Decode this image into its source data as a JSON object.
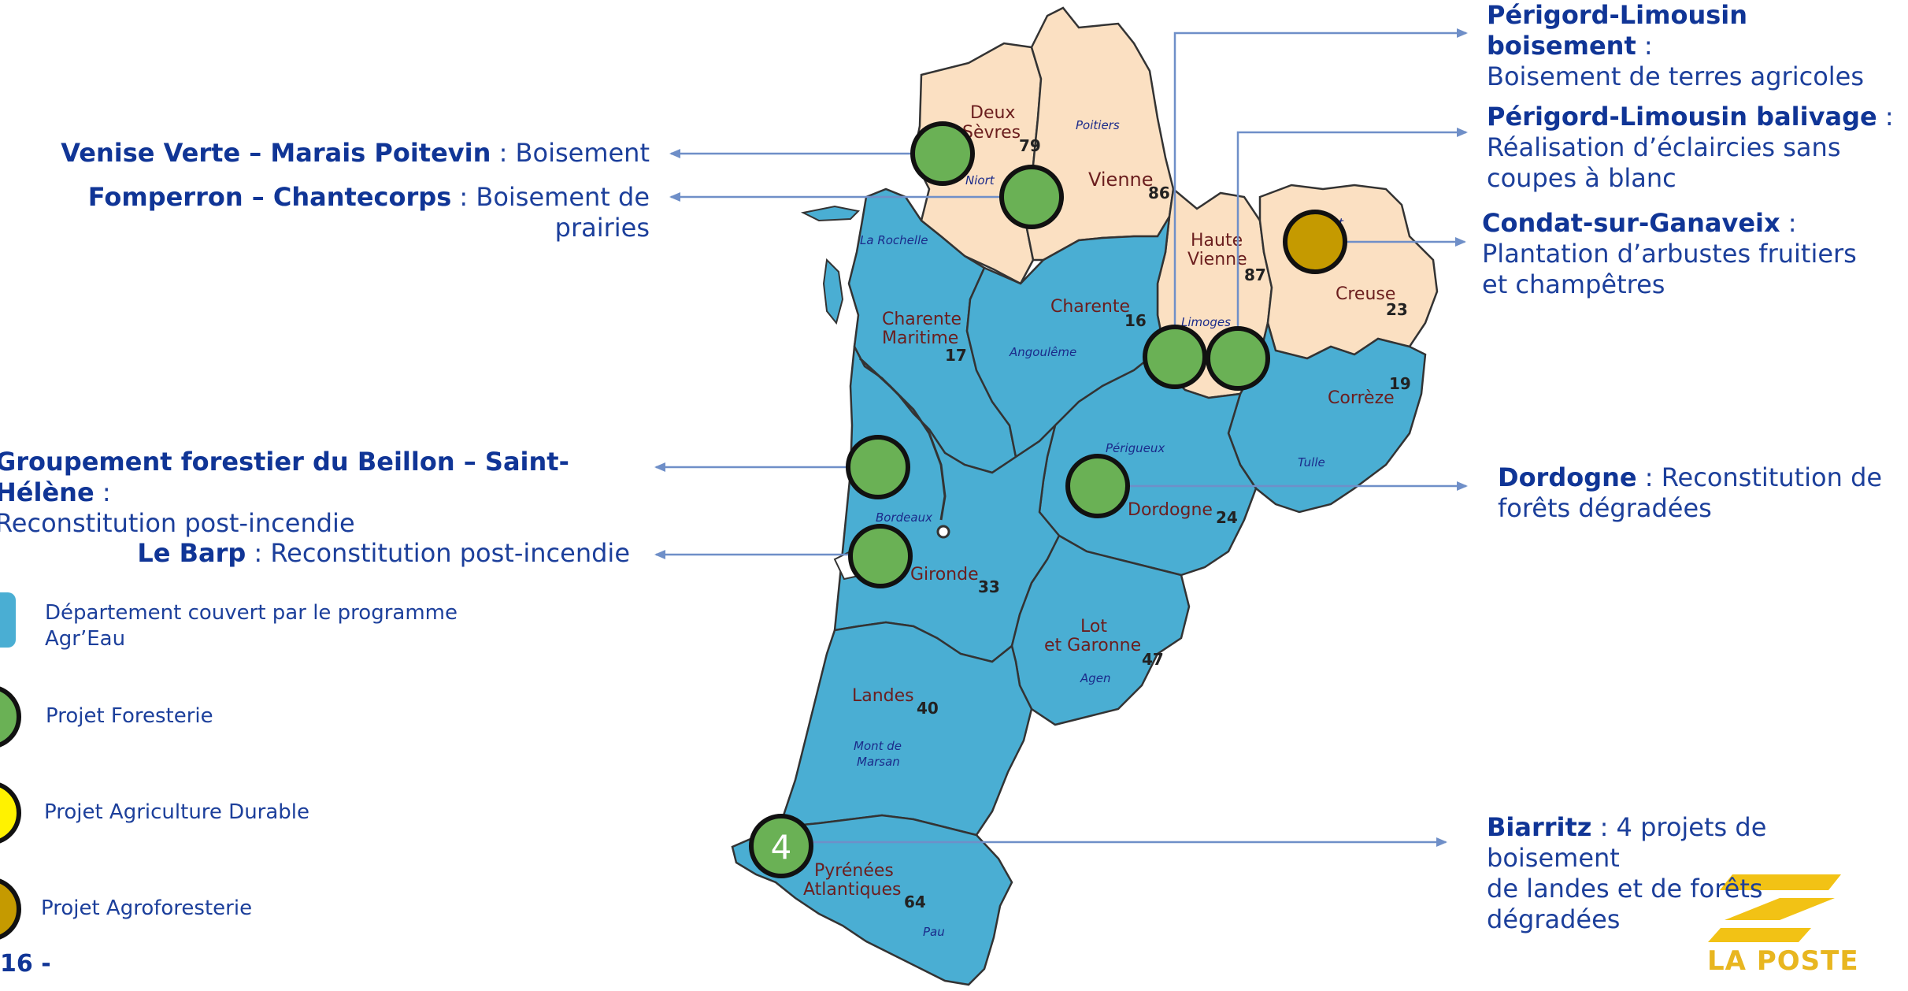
{
  "annotations": {
    "venise": {
      "title": "Venise Verte – Marais Poitevin",
      "desc": " : Boisement"
    },
    "fomperron": {
      "title": "Fomperron – Chantecorps",
      "desc": " : Boisement de prairies"
    },
    "beillon": {
      "title": "Groupement forestier du Beillon – Saint-Hélène",
      "desc": " :",
      "desc2": "Reconstitution post-incendie"
    },
    "lebarp": {
      "title": "Le Barp",
      "desc": " : Reconstitution post-incendie"
    },
    "perigord_boisement": {
      "title": "Périgord-Limousin boisement",
      "desc": " :",
      "desc2": "Boisement de terres agricoles"
    },
    "perigord_balivage": {
      "title": "Périgord-Limousin balivage",
      "desc": " :",
      "desc2": "Réalisation d’éclaircies sans",
      "desc3": "coupes à blanc"
    },
    "condat": {
      "title": "Condat-sur-Ganaveix",
      "desc": " :",
      "desc2": "Plantation d’arbustes fruitiers",
      "desc3": "et champêtres"
    },
    "dordogne": {
      "title": "Dordogne",
      "desc": " : Reconstitution de",
      "desc2": "forêts dégradées"
    },
    "biarritz": {
      "title": "Biarritz",
      "desc": " : 4 projets de boisement",
      "desc2": "de landes et de forêts dégradées"
    }
  },
  "legend": {
    "covered": "Département couvert par le programme",
    "covered2": "Agr’Eau",
    "foresterie": "Projet Foresterie",
    "agri_durable": "Projet Agriculture Durable",
    "agroforesterie": "Projet Agroforesterie"
  },
  "map_labels": {
    "deux_sevres": "Deux",
    "deux_sevres2": "Sèvres",
    "deux_sevres_num": "79",
    "niort": "Niort",
    "poitiers": "Poitiers",
    "vienne": "Vienne",
    "vienne_num": "86",
    "la_rochelle": "La Rochelle",
    "charente_maritime": "Charente",
    "charente_maritime2": "Maritime",
    "charente_maritime_num": "17",
    "charente": "Charente",
    "charente_num": "16",
    "angouleme": "Angoulême",
    "haute_vienne": "Haute",
    "haute_vienne2": "Vienne",
    "haute_vienne_num": "87",
    "limoges": "Limoges",
    "creuse": "Creuse",
    "creuse_num": "23",
    "gueret_fragment": "t",
    "correze": "Corrèze",
    "correze_num": "19",
    "tulle": "Tulle",
    "perigueux": "Périgueux",
    "dordogne": "Dordogne",
    "dordogne_num": "24",
    "bordeaux": "Bordeaux",
    "gironde": "Gironde",
    "gironde_num": "33",
    "lot": "Lot",
    "lot2": "et Garonne",
    "lot_num": "47",
    "agen": "Agen",
    "landes": "Landes",
    "landes_num": "40",
    "mont": "Mont de",
    "mont2": "Marsan",
    "pyrenees": "Pyrénées",
    "pyrenees2": "Atlantiques",
    "pyrenees_num": "64",
    "pau": "Pau",
    "biarritz_count": "4"
  },
  "page_number": "16  -",
  "logo": "LA POSTE",
  "colors": {
    "covered": "#4aaed3",
    "not_covered": "#fbe0c2",
    "foresterie": "#6ab155",
    "agri_durable": "#fff200",
    "agroforesterie": "#c59a00",
    "text_blue": "#1c3f9b",
    "arrow": "#6f8fc8"
  }
}
